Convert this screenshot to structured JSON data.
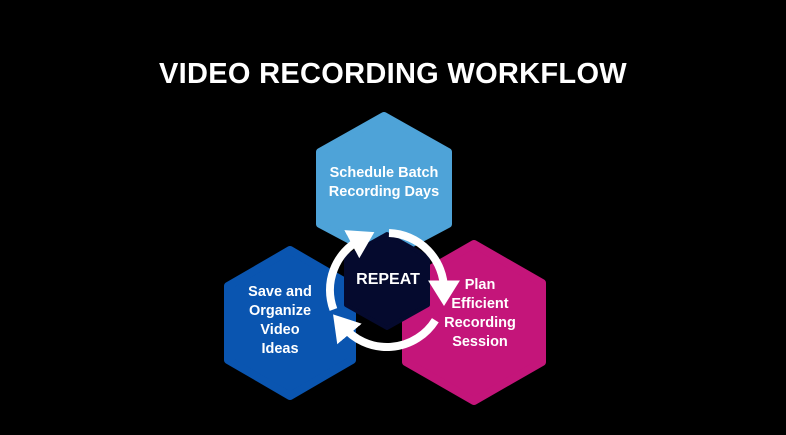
{
  "title": "VIDEO RECORDING WORKFLOW",
  "steps": [
    {
      "label_lines": [
        "Schedule Batch",
        "Recording Days"
      ],
      "color": "#4ea3d8"
    },
    {
      "label_lines": [
        "Plan",
        "Efficient",
        "Recording",
        "Session"
      ],
      "color": "#c4157a"
    },
    {
      "label_lines": [
        "Save and",
        "Organize",
        "Video",
        "Ideas"
      ],
      "color": "#0a55b0"
    }
  ],
  "center": {
    "label": "REPEAT",
    "color": "#050a2e"
  },
  "arrow_color": "#ffffff"
}
